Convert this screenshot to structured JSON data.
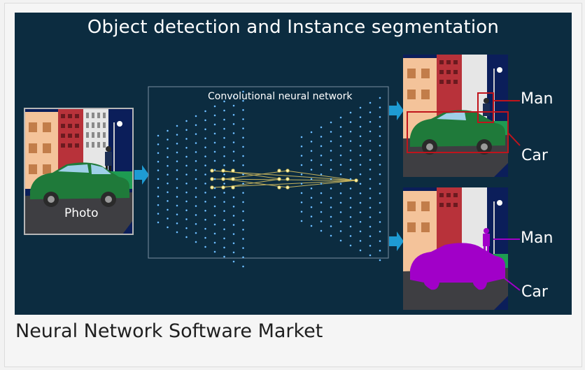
{
  "figure": {
    "title": "Object detection and Instance segmentation",
    "network_label": "Convolutional neural network",
    "input_label": "Photo",
    "detection_labels": {
      "man": "Man",
      "car": "Car"
    },
    "segmentation_labels": {
      "man": "Man",
      "car": "Car"
    },
    "colors": {
      "background": "#0c2c40",
      "arrow": "#1e9bd3",
      "box": "#c0141c",
      "mask": "#a100c8",
      "node": "#4fb0ff",
      "core": "#f5e57a"
    }
  },
  "caption": "Neural Network Software Market"
}
